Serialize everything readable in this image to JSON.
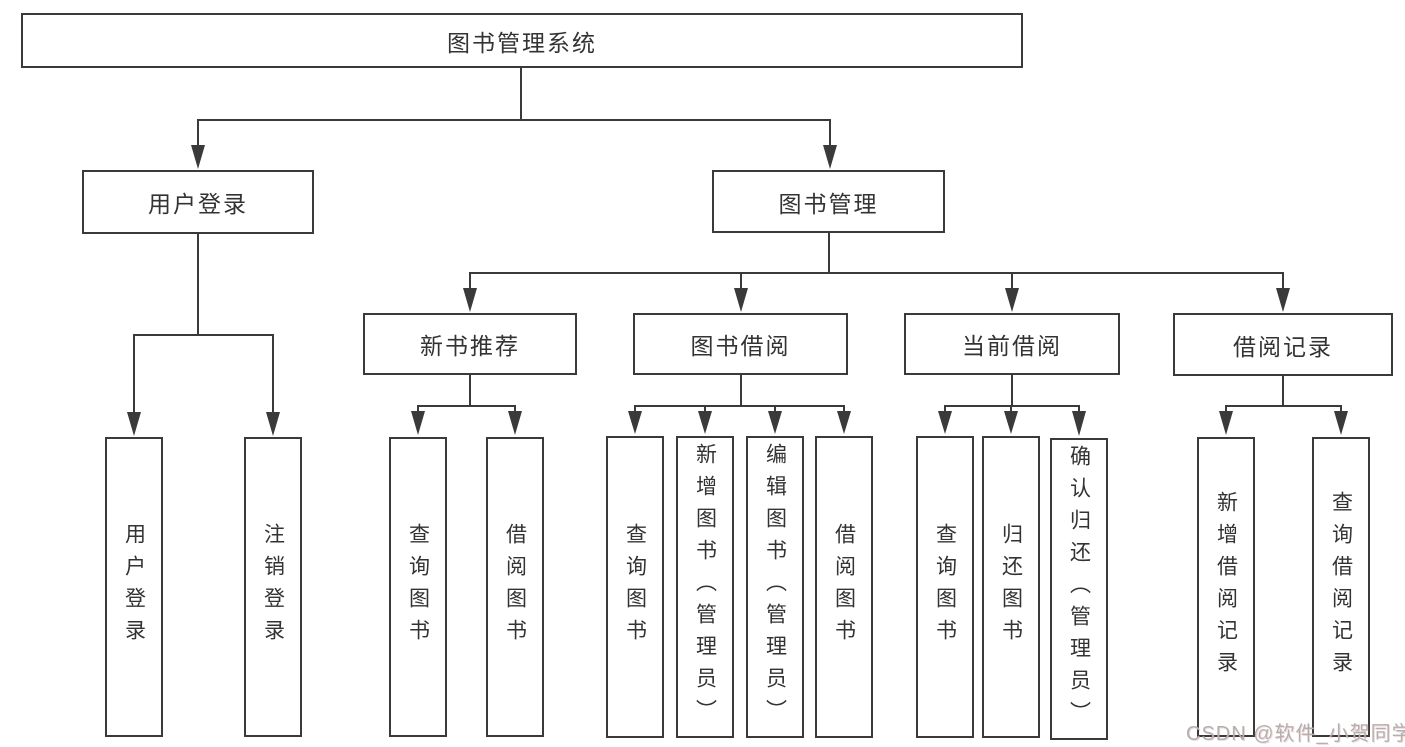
{
  "colors": {
    "line": "#3a3a3a",
    "text": "#333333",
    "watermark_text": "#b3b0b0",
    "background": "#ffffff"
  },
  "diagram": {
    "type": "hierarchy-tree",
    "root": {
      "label": "图书管理系统"
    },
    "level2": [
      {
        "label": "用户登录",
        "parent": "图书管理系统"
      },
      {
        "label": "图书管理",
        "parent": "图书管理系统"
      }
    ],
    "level3": [
      {
        "label": "新书推荐",
        "parent": "图书管理"
      },
      {
        "label": "图书借阅",
        "parent": "图书管理"
      },
      {
        "label": "当前借阅",
        "parent": "图书管理"
      },
      {
        "label": "借阅记录",
        "parent": "图书管理"
      }
    ],
    "leaves": [
      {
        "label": "用户登录",
        "parent": "用户登录"
      },
      {
        "label": "注销登录",
        "parent": "用户登录"
      },
      {
        "label": "查询图书",
        "parent": "新书推荐"
      },
      {
        "label": "借阅图书",
        "parent": "新书推荐"
      },
      {
        "label": "查询图书",
        "parent": "图书借阅"
      },
      {
        "label": "新增图书（管理员）",
        "parent": "图书借阅"
      },
      {
        "label": "编辑图书（管理员）",
        "parent": "图书借阅"
      },
      {
        "label": "借阅图书",
        "parent": "图书借阅"
      },
      {
        "label": "查询图书",
        "parent": "当前借阅"
      },
      {
        "label": "归还图书",
        "parent": "当前借阅"
      },
      {
        "label": "确认归还（管理员）",
        "parent": "当前借阅"
      },
      {
        "label": "新增借阅记录",
        "parent": "借阅记录"
      },
      {
        "label": "查询借阅记录",
        "parent": "借阅记录"
      }
    ]
  },
  "watermark": {
    "text": "CSDN @软件_小贺同学"
  }
}
